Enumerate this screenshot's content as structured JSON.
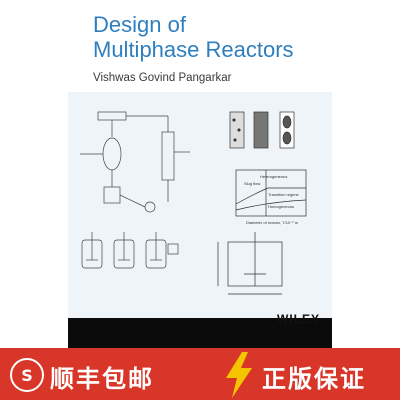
{
  "book": {
    "title_line1": "Design of",
    "title_line2": "Multiphase Reactors",
    "author": "Vishwas Govind Pangarkar",
    "publisher": "WILEY"
  },
  "figure_labels": {
    "homogeneous": "Homogeneous",
    "heterogeneous": "Heterogeneous",
    "transition_regime": "Transition regime",
    "slug_flow": "Slug flow",
    "diameter_axis": "Diameter of reactor, T/10⁻² m"
  },
  "promo": {
    "sf_mark": "S",
    "left_text": "顺丰包邮",
    "right_text": "正版保证"
  },
  "colors": {
    "title_blue": "#2f7fbf",
    "promo_red": "#d9362a",
    "bolt_yellow": "#f5c400",
    "band_black": "#0b0b0b"
  }
}
